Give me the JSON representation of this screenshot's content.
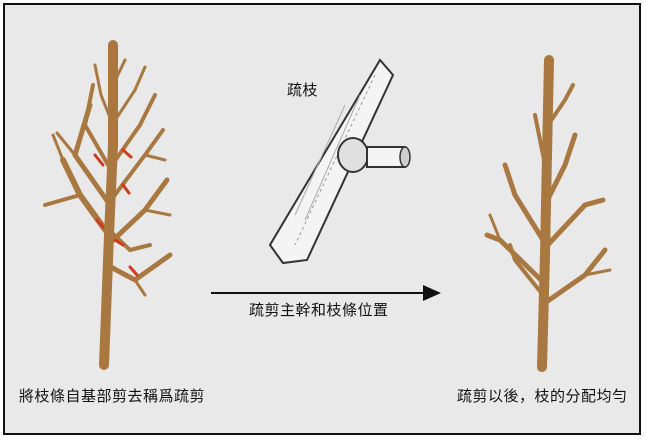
{
  "labels": {
    "detail": "疏枝",
    "arrow": "疏剪主幹和枝條位置",
    "left_caption": "將枝條自基部剪去稱爲疏剪",
    "right_caption": "疏剪以後，枝的分配均勻"
  },
  "colors": {
    "background": "#e9e9e9",
    "branch": "#a97840",
    "branch_dark": "#6f4a22",
    "cut_mark": "#d13a1a",
    "arrow": "#111111",
    "border": "#111111"
  },
  "icons": [
    "tree-before-pruning-icon",
    "branch-cut-detail-icon",
    "tree-after-pruning-icon",
    "right-arrow-icon"
  ]
}
